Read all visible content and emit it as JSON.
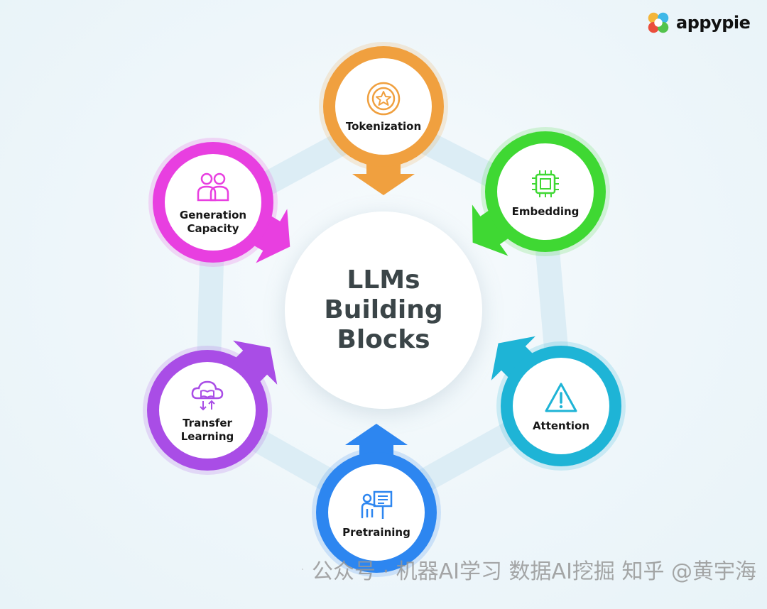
{
  "brand": {
    "name": "appypie"
  },
  "center": {
    "title": "LLMs\nBuilding\nBlocks"
  },
  "nodes": [
    {
      "id": "tokenization",
      "label": "Tokenization",
      "color": "#f0a03f",
      "icon": "star-coin-icon"
    },
    {
      "id": "embedding",
      "label": "Embedding",
      "color": "#3fd833",
      "icon": "chip-icon"
    },
    {
      "id": "attention",
      "label": "Attention",
      "color": "#1eb4d6",
      "icon": "warning-icon"
    },
    {
      "id": "pretraining",
      "label": "Pretraining",
      "color": "#2d86f0",
      "icon": "presenter-icon"
    },
    {
      "id": "transfer-learning",
      "label": "Transfer\nLearning",
      "color": "#a94de6",
      "icon": "cloud-book-icon"
    },
    {
      "id": "generation-capacity",
      "label": "Generation\nCapacity",
      "color": "#e83fe0",
      "icon": "users-icon"
    }
  ],
  "watermark": {
    "text": "公众号 · 机器AI学习 数据AI挖掘  知乎 @黄宇海"
  }
}
